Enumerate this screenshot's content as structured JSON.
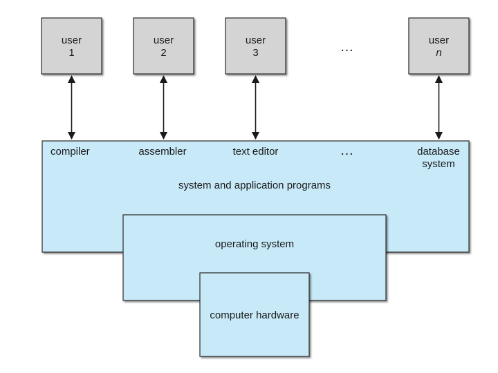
{
  "users": [
    {
      "line1": "user",
      "line2": "1"
    },
    {
      "line1": "user",
      "line2": "2"
    },
    {
      "line1": "user",
      "line2": "3"
    },
    {
      "line1": "user",
      "line2": "n"
    }
  ],
  "ellipsis": "…",
  "programs": {
    "compiler": "compiler",
    "assembler": "assembler",
    "text_editor": "text editor",
    "database_line1": "database",
    "database_line2": "system",
    "title": "system and application programs"
  },
  "operating_system": "operating system",
  "computer_hardware": "computer hardware",
  "colors": {
    "user_box_fill": "#d4d4d4",
    "layer_fill": "#c7e9f8",
    "stroke": "#2a2a2a"
  }
}
